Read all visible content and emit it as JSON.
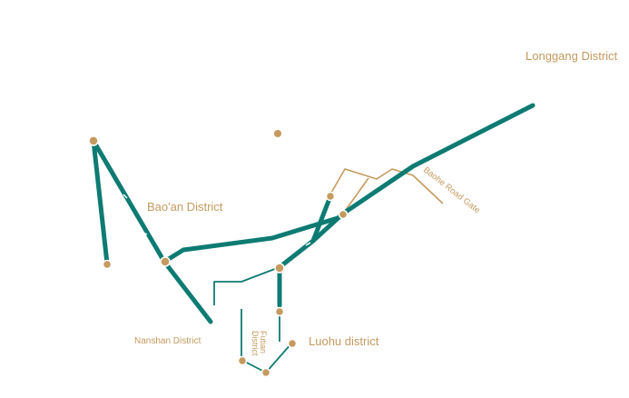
{
  "map": {
    "districts": {
      "longgang": "Longgang District",
      "baoan": "Bao'an District",
      "nanshan": "Nanshan District",
      "luohu": "Luohu district",
      "futian_line1": "Futian",
      "futian_line2": "District"
    },
    "gate_label": "Baohe Road Gate",
    "colors": {
      "route": "#0e7b73",
      "node": "#c49a5e",
      "label": "#c49a5e",
      "background": "#ffffff"
    }
  }
}
